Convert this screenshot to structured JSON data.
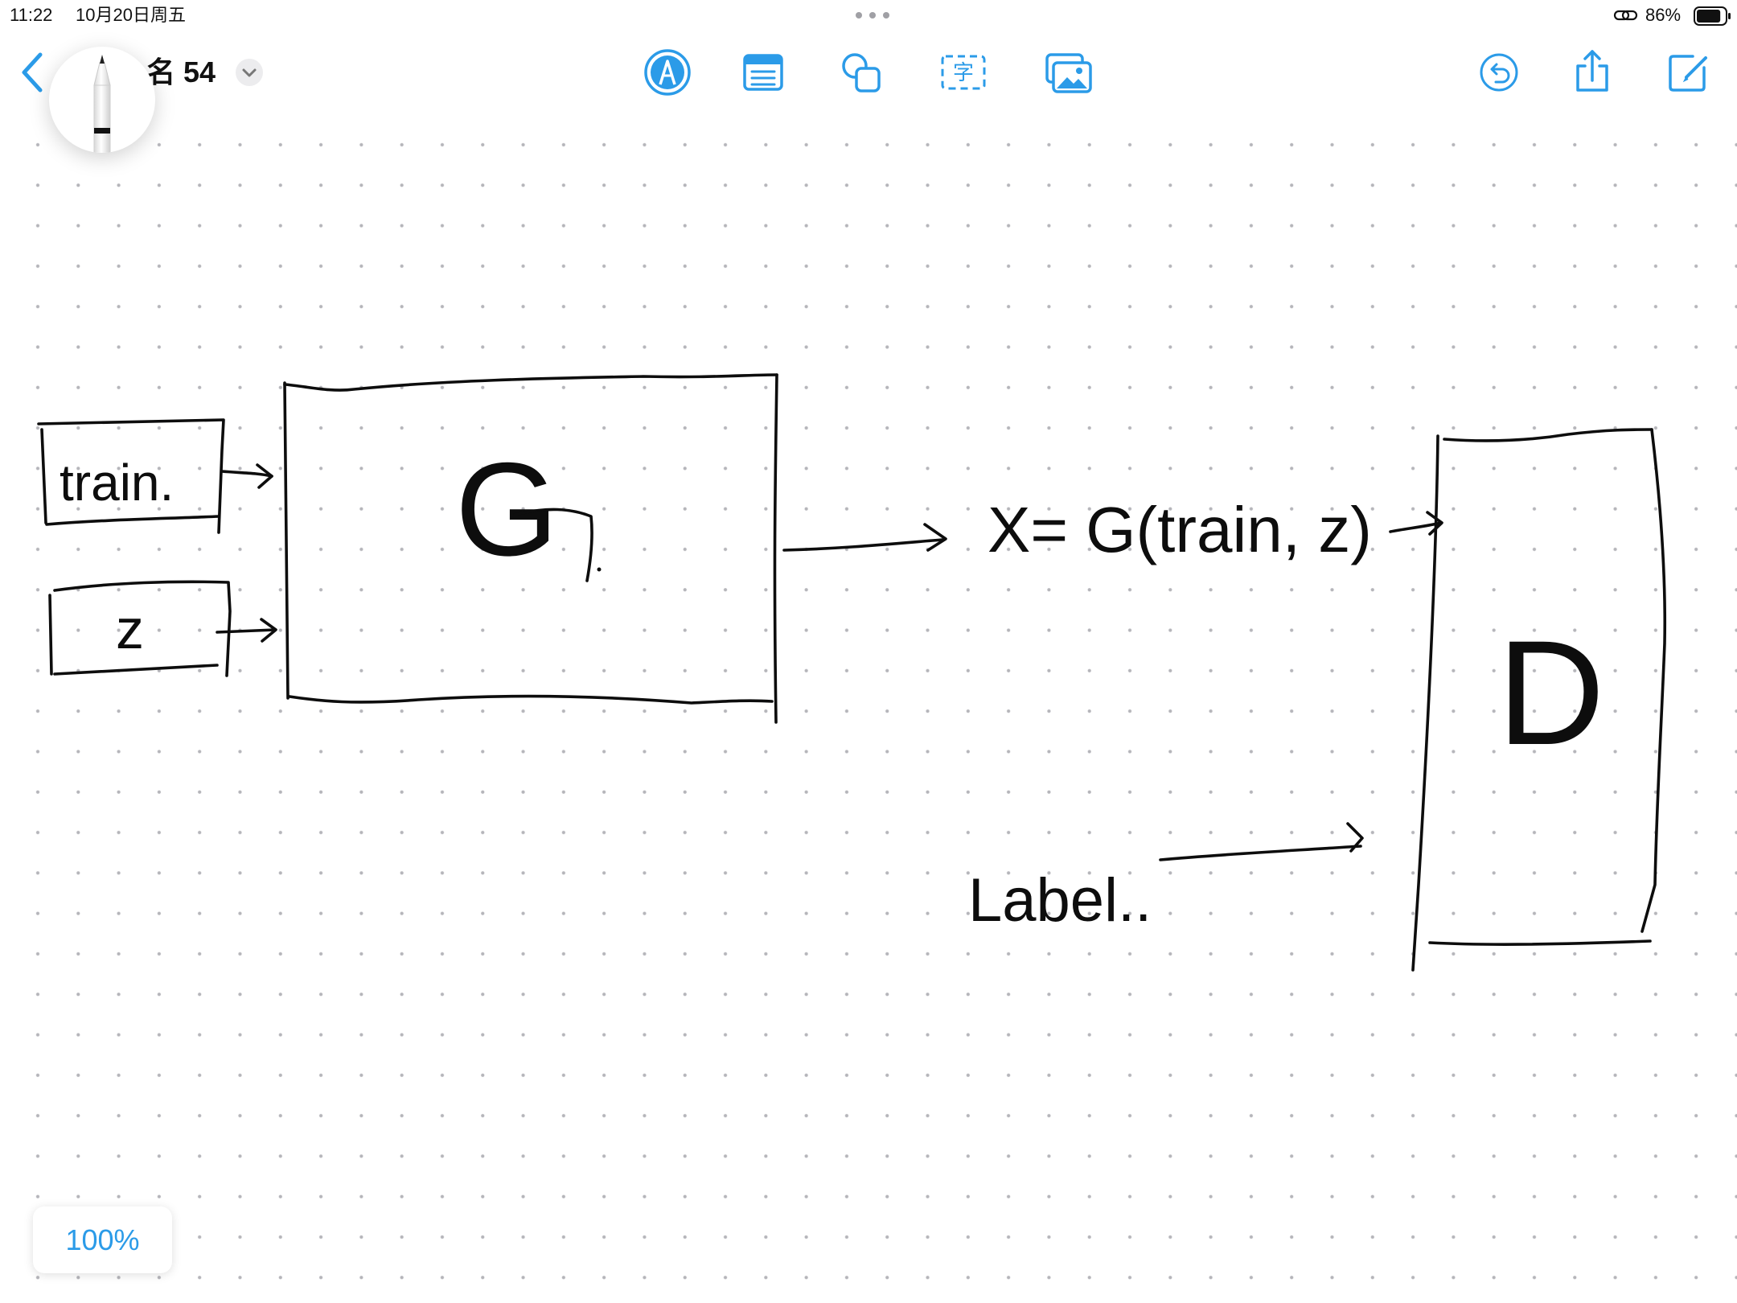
{
  "status_bar": {
    "time": "11:22",
    "date": "10月20日周五",
    "battery": "86%",
    "battery_level": 0.86,
    "icons": [
      "multitasking-dots-icon",
      "link-icon",
      "battery-icon"
    ]
  },
  "toolbar": {
    "back_icon": "chevron-left-icon",
    "title": "名 54",
    "title_menu_icon": "chevron-down-icon",
    "tools": [
      "pen-tool-icon",
      "sticky-note-icon",
      "shapes-icon",
      "text-box-icon",
      "media-icon"
    ],
    "text_tool_glyph": "字",
    "actions": [
      "undo-icon",
      "share-icon",
      "compose-icon"
    ]
  },
  "pencil_overlay": {
    "icon": "pencil-icon"
  },
  "canvas": {
    "notes": {
      "train": "train.",
      "z": "z",
      "generator": "G",
      "equation": "X= G(train, z)",
      "discriminator": "D",
      "label": "Label.."
    }
  },
  "zoom": {
    "level": "100%"
  },
  "colors": {
    "accent": "#2b9be8",
    "ink": "#0d0d0d",
    "grid_dot": "#b5b5ba"
  }
}
